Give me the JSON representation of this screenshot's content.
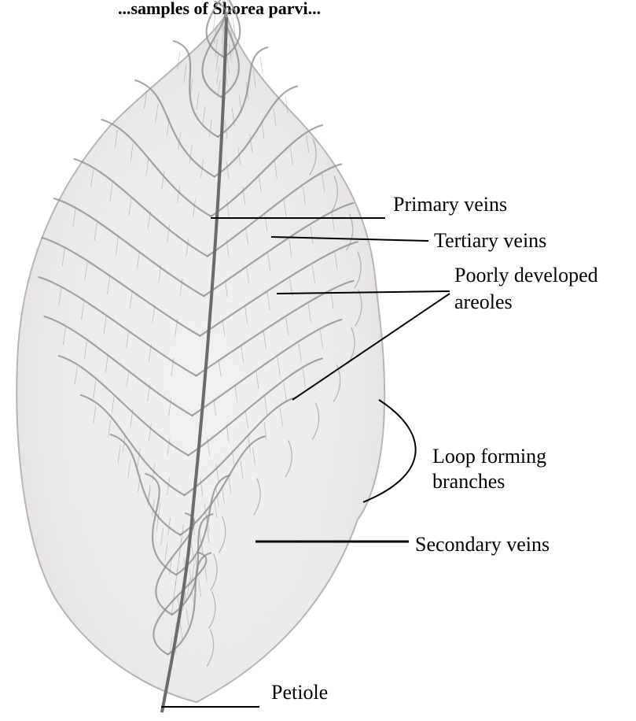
{
  "figure": {
    "partial_title": "...samples of Shorea parvi...",
    "labels": {
      "primary_veins": "Primary veins",
      "tertiary_veins": "Tertiary veins",
      "areoles_line1": "Poorly developed",
      "areoles_line2": "areoles",
      "loop_line1": "Loop forming",
      "loop_line2": "branches",
      "secondary_veins": "Secondary veins",
      "petiole": "Petiole"
    },
    "colors": {
      "vein": "#8a8a8a",
      "leaf_fill": "#f2f0f2",
      "line": "#000000"
    }
  }
}
